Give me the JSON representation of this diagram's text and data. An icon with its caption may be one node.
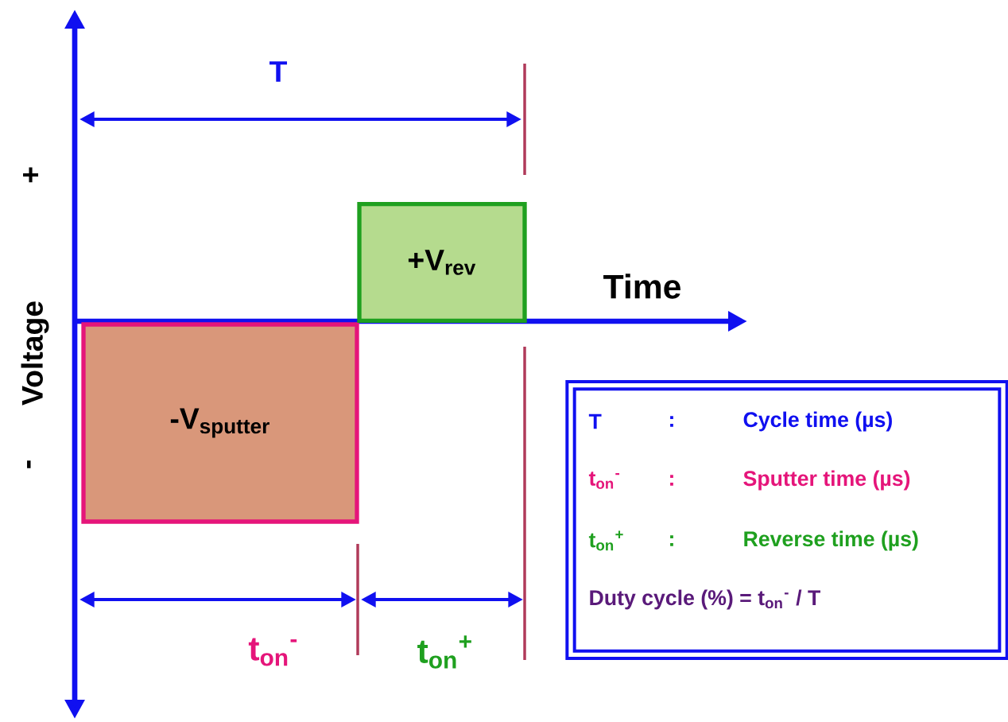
{
  "diagram": {
    "nodes": [
      {
        "text": [
          "-V$_{sputter}$"
        ]
      },
      {
        "text": [
          "+V$_{rev}$"
        ]
      },
      {
        "text": [
          "T",
          ":",
          "Cycle time (µs)",
          "t$_{on}$$^{-}$",
          ":",
          "Sputter time (µs)",
          "t$_{on}$$^{+}$",
          ":",
          "Reverse time (µs)",
          "Duty cycle (%) = t$_{on}$$^{-}$ / T"
        ]
      }
    ],
    "edges": [],
    "labels": [
      "T",
      "+",
      "Voltage",
      "Time",
      "-",
      "t$_{on}$$^{-}$",
      "t$_{on}$$^{+}$"
    ]
  }
}
